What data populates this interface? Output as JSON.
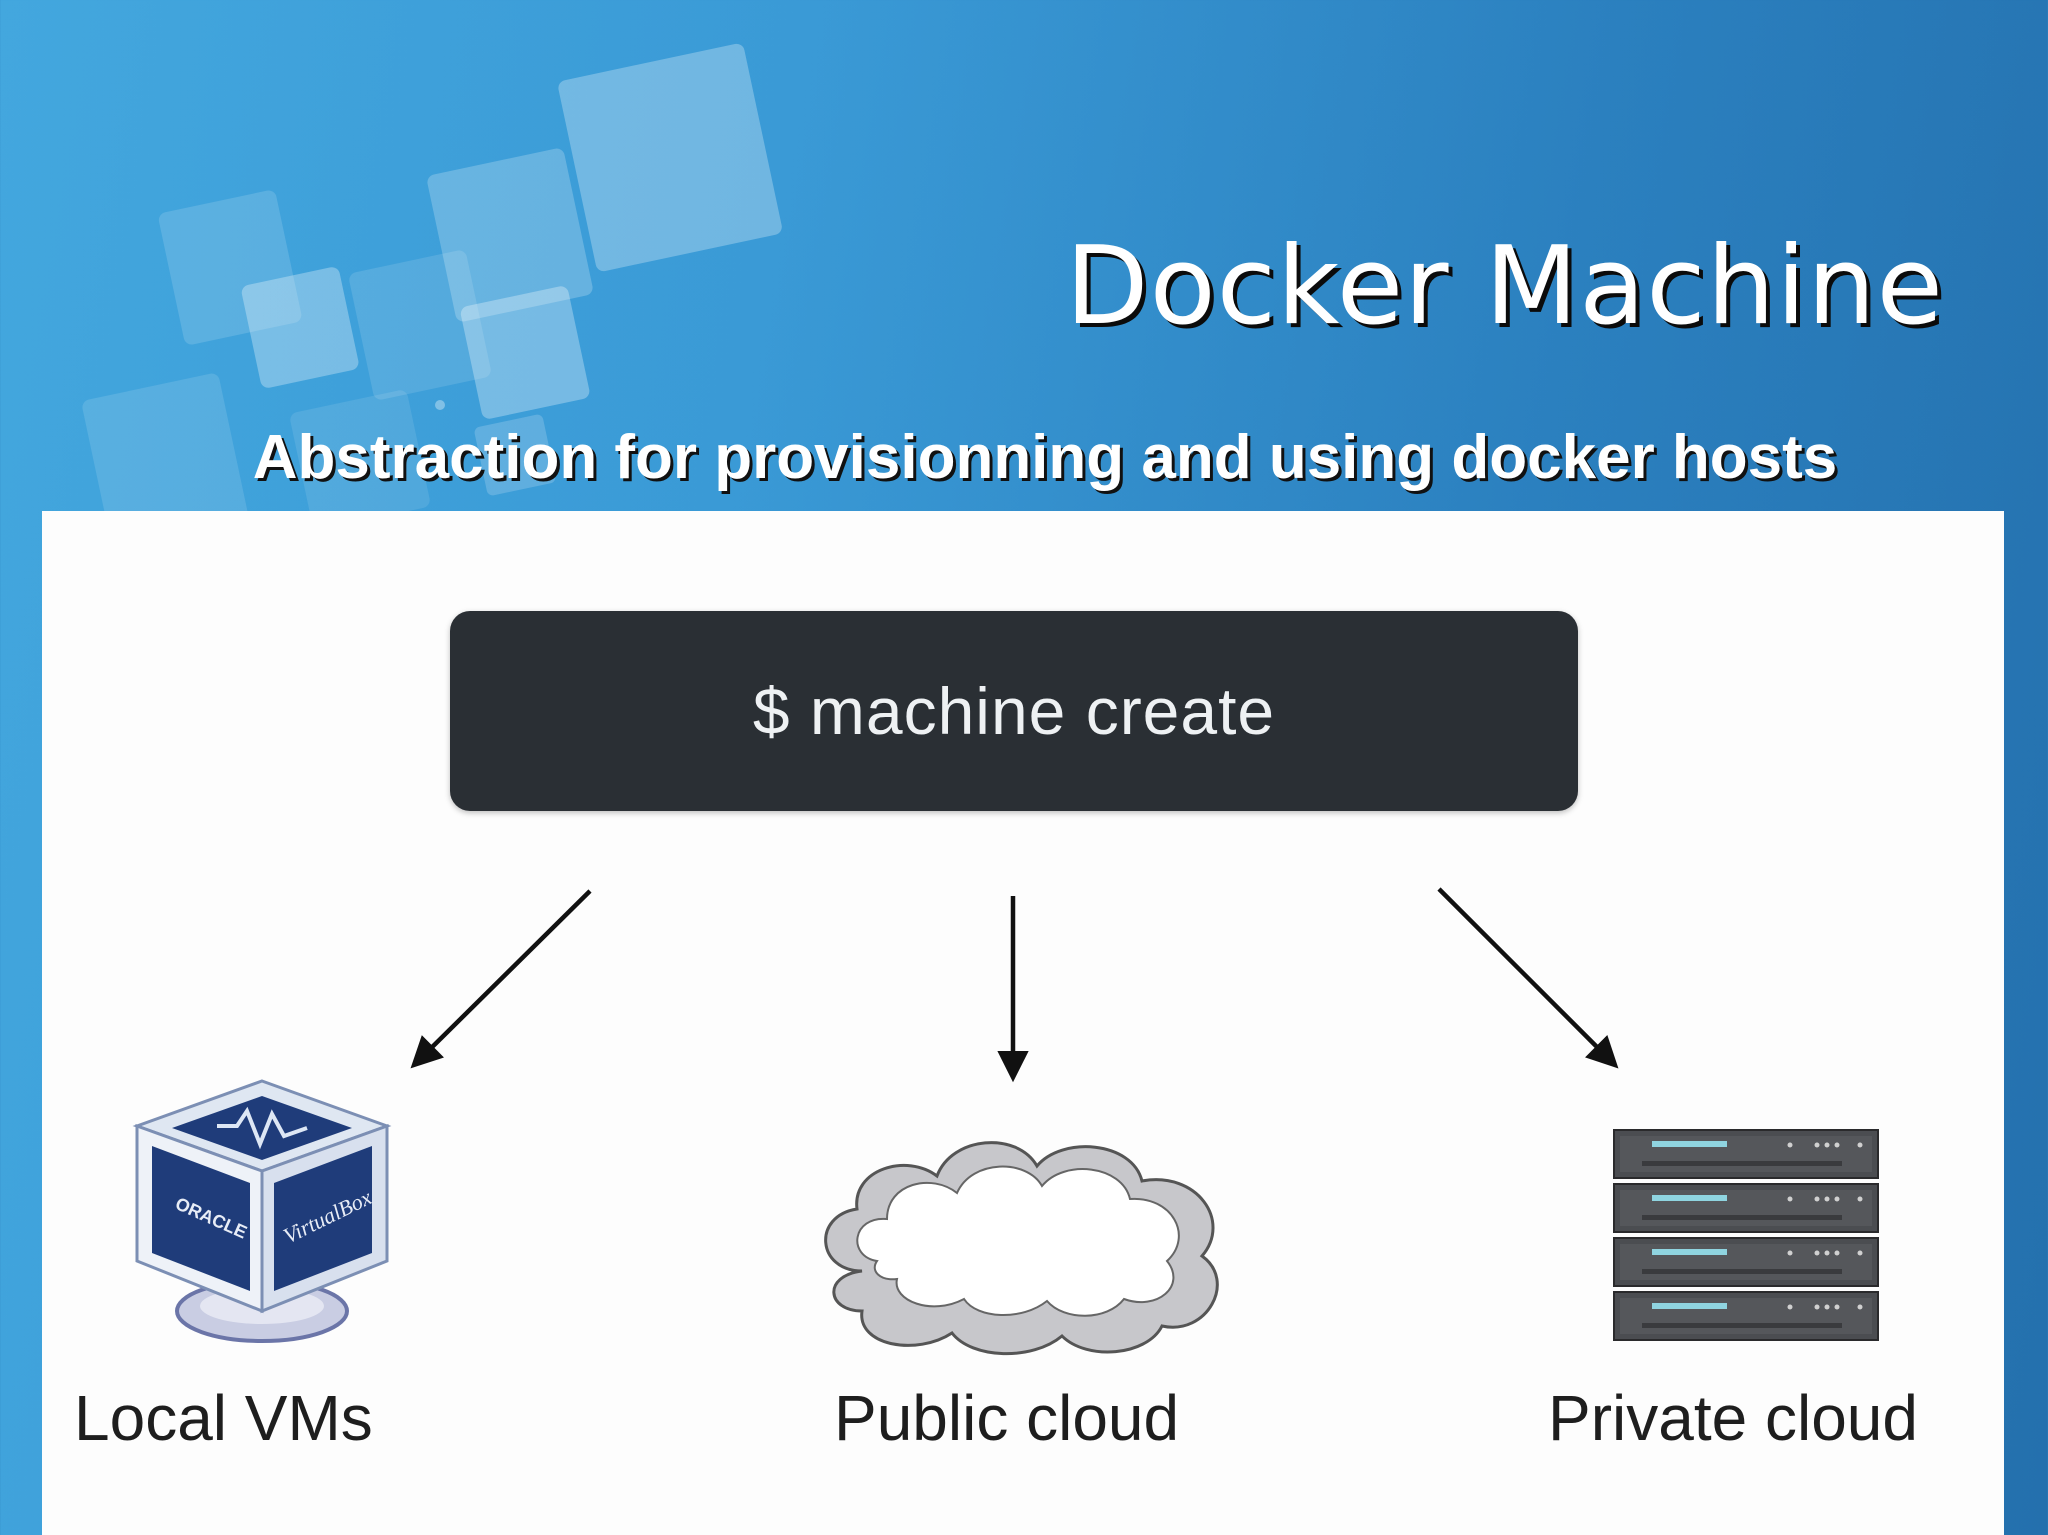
{
  "slide": {
    "title": "Docker Machine",
    "subtitle": "Abstraction for provisionning and using docker hosts"
  },
  "diagram": {
    "command": "$ machine create",
    "targets": [
      {
        "label": "Local VMs",
        "icon": "virtualbox-icon"
      },
      {
        "label": "Public cloud",
        "icon": "cloud-icon"
      },
      {
        "label": "Private cloud",
        "icon": "server-rack-icon"
      }
    ],
    "virtualbox_logo_text": [
      "ORACLE",
      "VirtualBox"
    ]
  },
  "colors": {
    "background_start": "#43a7de",
    "background_end": "#2470ad",
    "command_box": "#2a2f34",
    "panel": "#fdfdfd"
  }
}
